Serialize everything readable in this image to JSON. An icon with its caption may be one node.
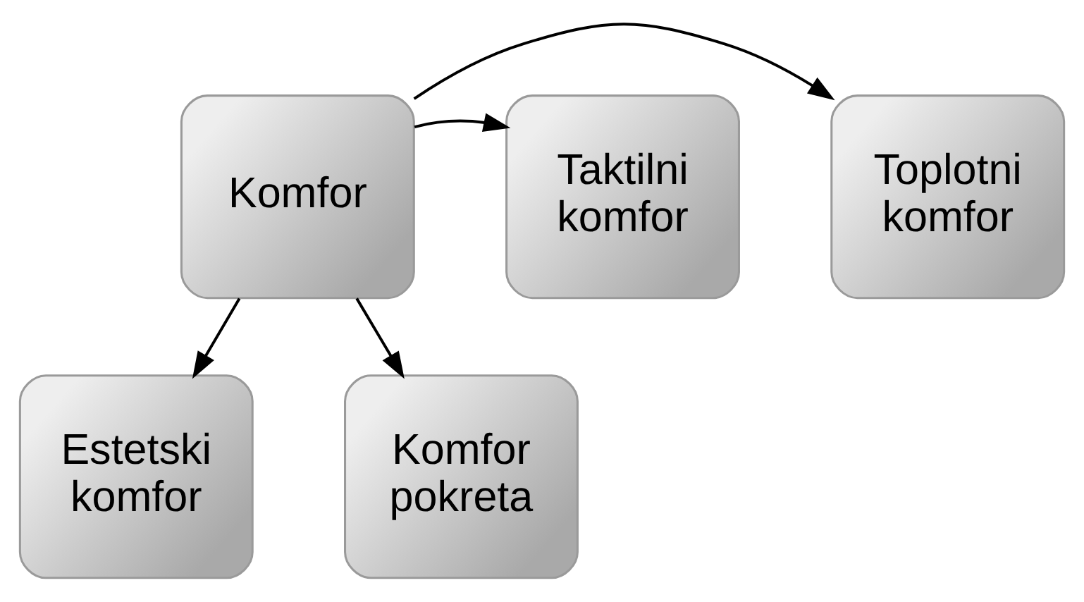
{
  "diagram": {
    "nodes": [
      {
        "text": [
          "Komfor"
        ]
      },
      {
        "text": [
          "Toplotni komfor"
        ]
      },
      {
        "text": [
          "Taktilni komfor"
        ]
      },
      {
        "text": [
          "Estetski komfor"
        ]
      },
      {
        "text": [
          "Komfor pokreta"
        ]
      }
    ],
    "edges": [
      {
        "from": 0,
        "to": 1,
        "arrow": "to"
      },
      {
        "from": 0,
        "to": 2,
        "arrow": "to"
      },
      {
        "from": 0,
        "to": 3,
        "arrow": "to"
      },
      {
        "from": 0,
        "to": 4,
        "arrow": "to"
      }
    ]
  }
}
